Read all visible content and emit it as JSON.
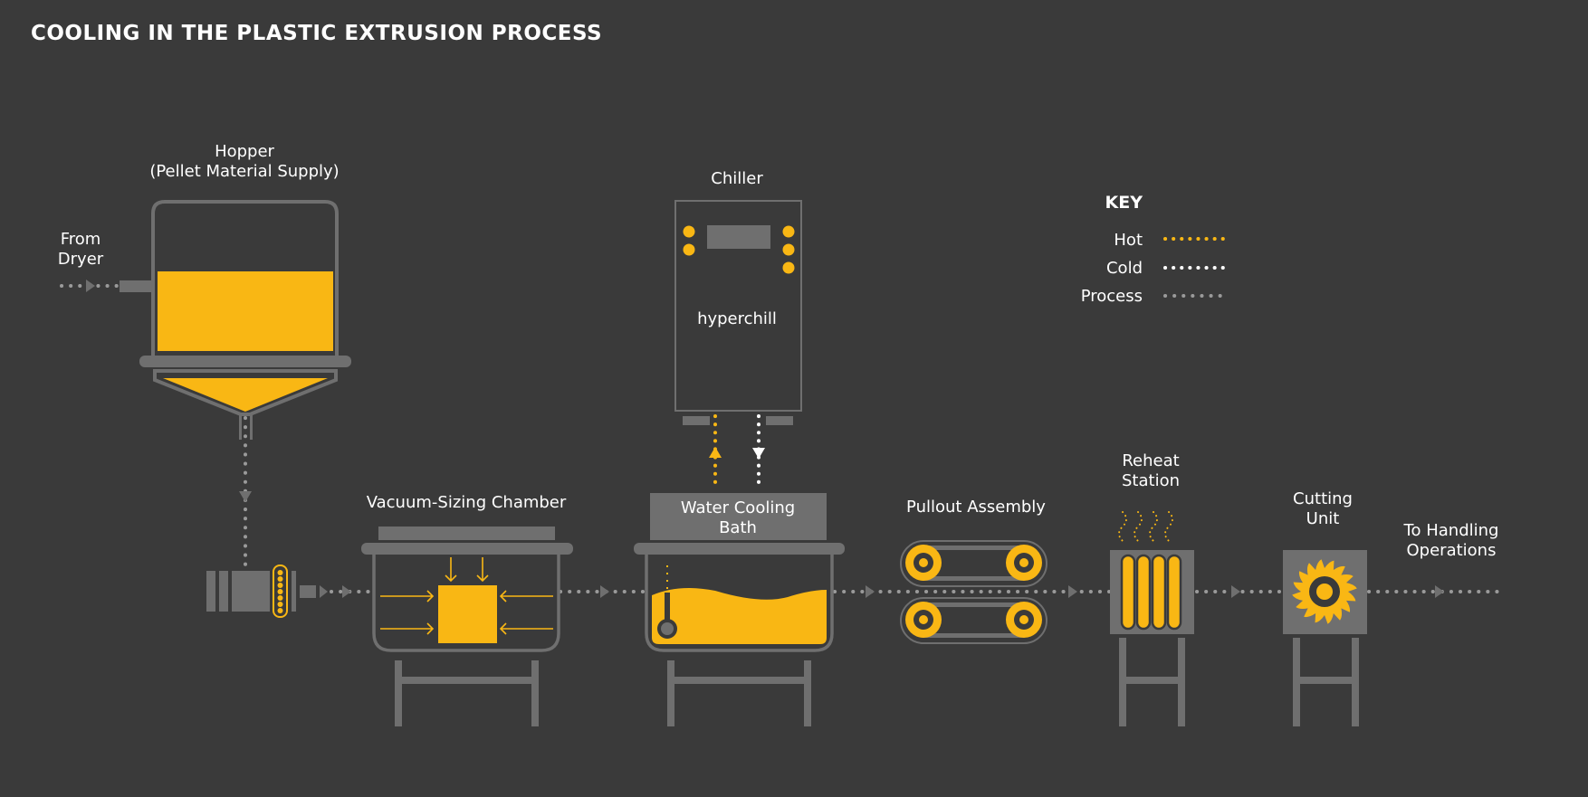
{
  "title": "COOLING IN THE PLASTIC EXTRUSION PROCESS",
  "colors": {
    "background": "#3a3a3a",
    "equipment": "#6f6f6f",
    "hot": "#f9b714",
    "cold": "#ffffff",
    "process": "#9a9a9a"
  },
  "labels": {
    "from_dryer": [
      "From",
      "Dryer"
    ],
    "hopper": [
      "Hopper",
      "(Pellet Material Supply)"
    ],
    "chiller": "Chiller",
    "chiller_brand": "hyperchill",
    "vacuum_sizing": "Vacuum-Sizing Chamber",
    "water_bath": [
      "Water Cooling",
      "Bath"
    ],
    "pullout": "Pullout Assembly",
    "reheat": [
      "Reheat",
      "Station"
    ],
    "cutting": [
      "Cutting",
      "Unit"
    ],
    "handling": [
      "To Handling",
      "Operations"
    ]
  },
  "key": {
    "title": "KEY",
    "items": [
      {
        "label": "Hot",
        "type": "hot"
      },
      {
        "label": "Cold",
        "type": "cold"
      },
      {
        "label": "Process",
        "type": "process"
      }
    ]
  }
}
